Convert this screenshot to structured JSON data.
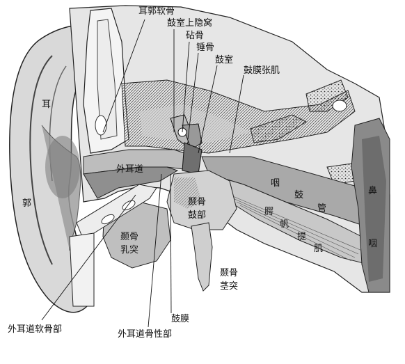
{
  "labels": {
    "auricle_cartilage": "耳郭软骨",
    "epitympanic_recess": "鼓室上隐窝",
    "incus": "砧骨",
    "malleus": "锤骨",
    "tympanic_cavity": "鼓室",
    "tensor_tympani": "鼓膜张肌",
    "auricle_char1": "耳",
    "auricle_char2": "郭",
    "external_meatus": "外耳道",
    "temporal_tympanic_1": "颞骨",
    "temporal_tympanic_2": "鼓部",
    "mastoid_1": "颞骨",
    "mastoid_2": "乳突",
    "styloid_1": "颞骨",
    "styloid_2": "茎突",
    "tympanic_membrane": "鼓膜",
    "cartilaginous_meatus": "外耳道软骨部",
    "bony_meatus": "外耳道骨性部",
    "pharyngotympanic_1": "咽",
    "pharyngotympanic_2": "鼓",
    "pharyngotympanic_3": "管",
    "levator_1": "腭",
    "levator_2": "帆",
    "levator_3": "提",
    "levator_4": "肌",
    "nasopharynx_1": "鼻",
    "nasopharynx_2": "咽"
  }
}
